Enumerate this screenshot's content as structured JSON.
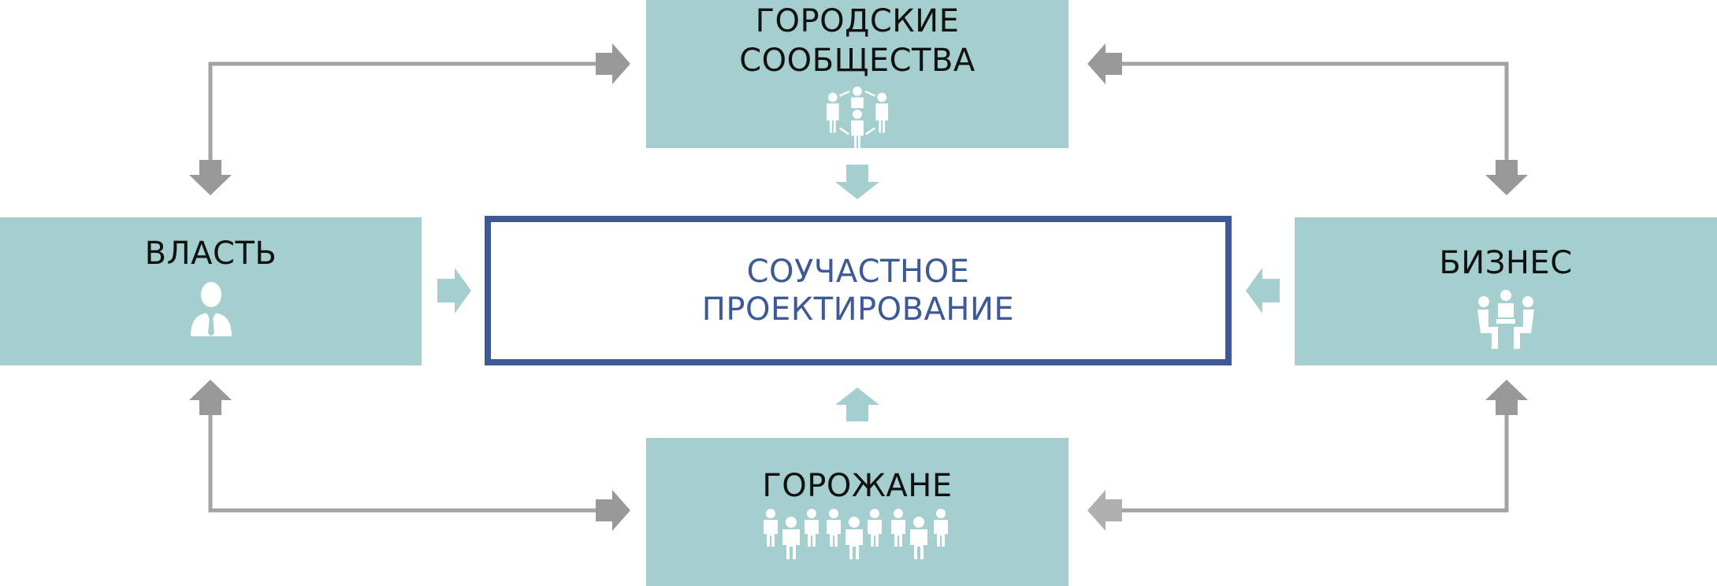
{
  "center": {
    "label_line1": "СОУЧАСТНОЕ",
    "label_line2": "ПРОЕКТИРОВАНИЕ"
  },
  "nodes": {
    "top": {
      "label_line1": "ГОРОДСКИЕ",
      "label_line2": "СООБЩЕСТВА",
      "icon": "community-network-icon"
    },
    "left": {
      "label": "ВЛАСТЬ",
      "icon": "official-person-icon"
    },
    "right": {
      "label": "БИЗНЕС",
      "icon": "business-meeting-icon"
    },
    "bottom": {
      "label": "ГОРОЖАНЕ",
      "icon": "crowd-icon"
    }
  },
  "colors": {
    "box_fill": "#a5cfcf",
    "center_border": "#3d5a96",
    "center_text": "#3d5a96",
    "connector_gray": "#a0a0a0",
    "arrowhead_gray": "#999999",
    "inward_arrow_teal": "#a5cfcf"
  }
}
